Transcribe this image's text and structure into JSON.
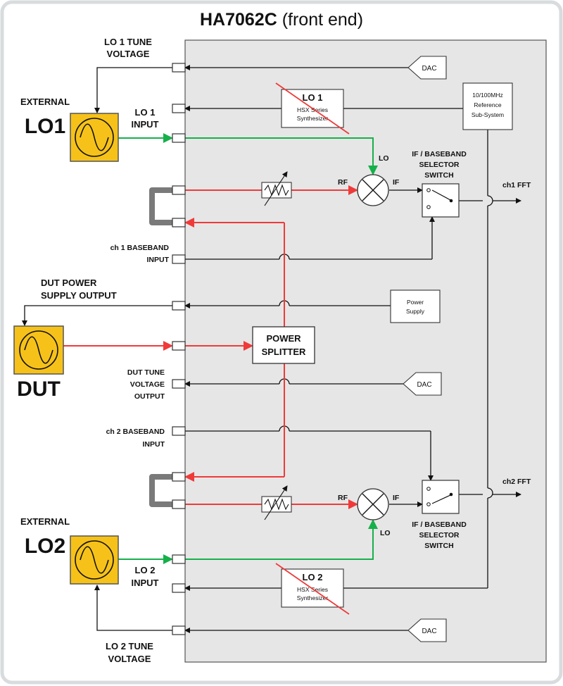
{
  "title": {
    "main": "HA7062C",
    "sub": " (front end)"
  },
  "external": [
    {
      "top": "EXTERNAL",
      "name": "LO1"
    },
    {
      "name": "DUT"
    },
    {
      "top": "EXTERNAL",
      "name": "LO2"
    }
  ],
  "ports": {
    "lo1_tune": [
      "LO 1 TUNE",
      "VOLTAGE"
    ],
    "lo1_input": [
      "LO 1",
      "INPUT"
    ],
    "ch1_baseband": [
      "ch 1 BASEBAND",
      "INPUT"
    ],
    "dut_power": [
      "DUT POWER",
      "SUPPLY OUTPUT"
    ],
    "dut_tune": [
      "DUT TUNE",
      "VOLTAGE",
      "OUTPUT"
    ],
    "ch2_baseband": [
      "ch 2 BASEBAND",
      "INPUT"
    ],
    "lo2_input": [
      "LO 2",
      "INPUT"
    ],
    "lo2_tune": [
      "LO 2 TUNE",
      "VOLTAGE"
    ]
  },
  "blocks": {
    "dac": "DAC",
    "lo1_synth": [
      "LO 1",
      "HSX Series",
      "Synthesizer"
    ],
    "lo2_synth": [
      "LO 2",
      "HSX Series",
      "Synthesizer"
    ],
    "reference": [
      "10/100MHz",
      "Reference",
      "Sub-System"
    ],
    "power_supply": [
      "Power",
      "Supply"
    ],
    "power_splitter": [
      "POWER",
      "SPLITTER"
    ],
    "selector": [
      "IF / BASEBAND",
      "SELECTOR",
      "SWITCH"
    ]
  },
  "mixer_ports": {
    "rf": "RF",
    "if": "IF",
    "lo": "LO"
  },
  "outputs": {
    "ch1": "ch1  FFT",
    "ch2": "ch2  FFT"
  },
  "colors": {
    "rf": "#f03a3a",
    "lo": "#16b04a",
    "frame": "#d9dcde",
    "source": "#f6c21a",
    "panel": "#e6e6e6"
  }
}
